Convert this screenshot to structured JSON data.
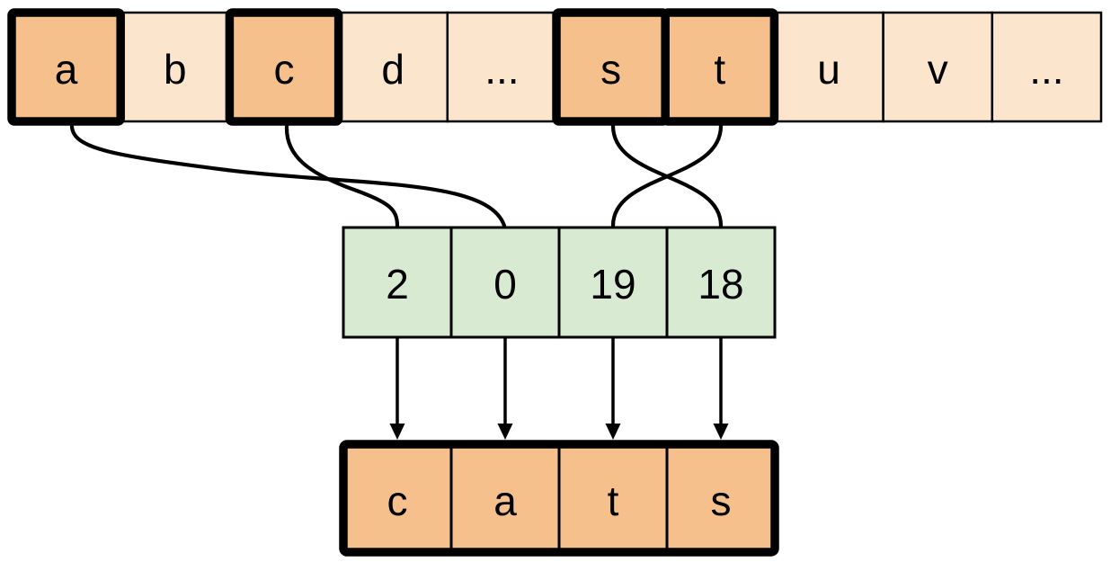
{
  "colors": {
    "cell_light": "#fce5cd",
    "cell_highlight": "#f5c08c",
    "cell_green": "#d9ead3",
    "line": "#000000",
    "background": "#ffffff"
  },
  "alphabet_row": {
    "cells": [
      {
        "label": "a",
        "highlighted": true
      },
      {
        "label": "b",
        "highlighted": false
      },
      {
        "label": "c",
        "highlighted": true
      },
      {
        "label": "d",
        "highlighted": false
      },
      {
        "label": "...",
        "highlighted": false
      },
      {
        "label": "s",
        "highlighted": true
      },
      {
        "label": "t",
        "highlighted": true
      },
      {
        "label": "u",
        "highlighted": false
      },
      {
        "label": "v",
        "highlighted": false
      },
      {
        "label": "...",
        "highlighted": false
      }
    ]
  },
  "index_row": {
    "cells": [
      {
        "label": "2"
      },
      {
        "label": "0"
      },
      {
        "label": "19"
      },
      {
        "label": "18"
      }
    ]
  },
  "output_row": {
    "cells": [
      {
        "label": "c"
      },
      {
        "label": "a"
      },
      {
        "label": "t"
      },
      {
        "label": "s"
      }
    ]
  },
  "connections": {
    "letter_to_index": [
      {
        "letter": "a",
        "index_value": "0"
      },
      {
        "letter": "c",
        "index_value": "2"
      },
      {
        "letter": "s",
        "index_value": "18"
      },
      {
        "letter": "t",
        "index_value": "19"
      }
    ],
    "index_to_output": [
      {
        "index_value": "2",
        "output_letter": "c"
      },
      {
        "index_value": "0",
        "output_letter": "a"
      },
      {
        "index_value": "19",
        "output_letter": "t"
      },
      {
        "index_value": "18",
        "output_letter": "s"
      }
    ]
  }
}
